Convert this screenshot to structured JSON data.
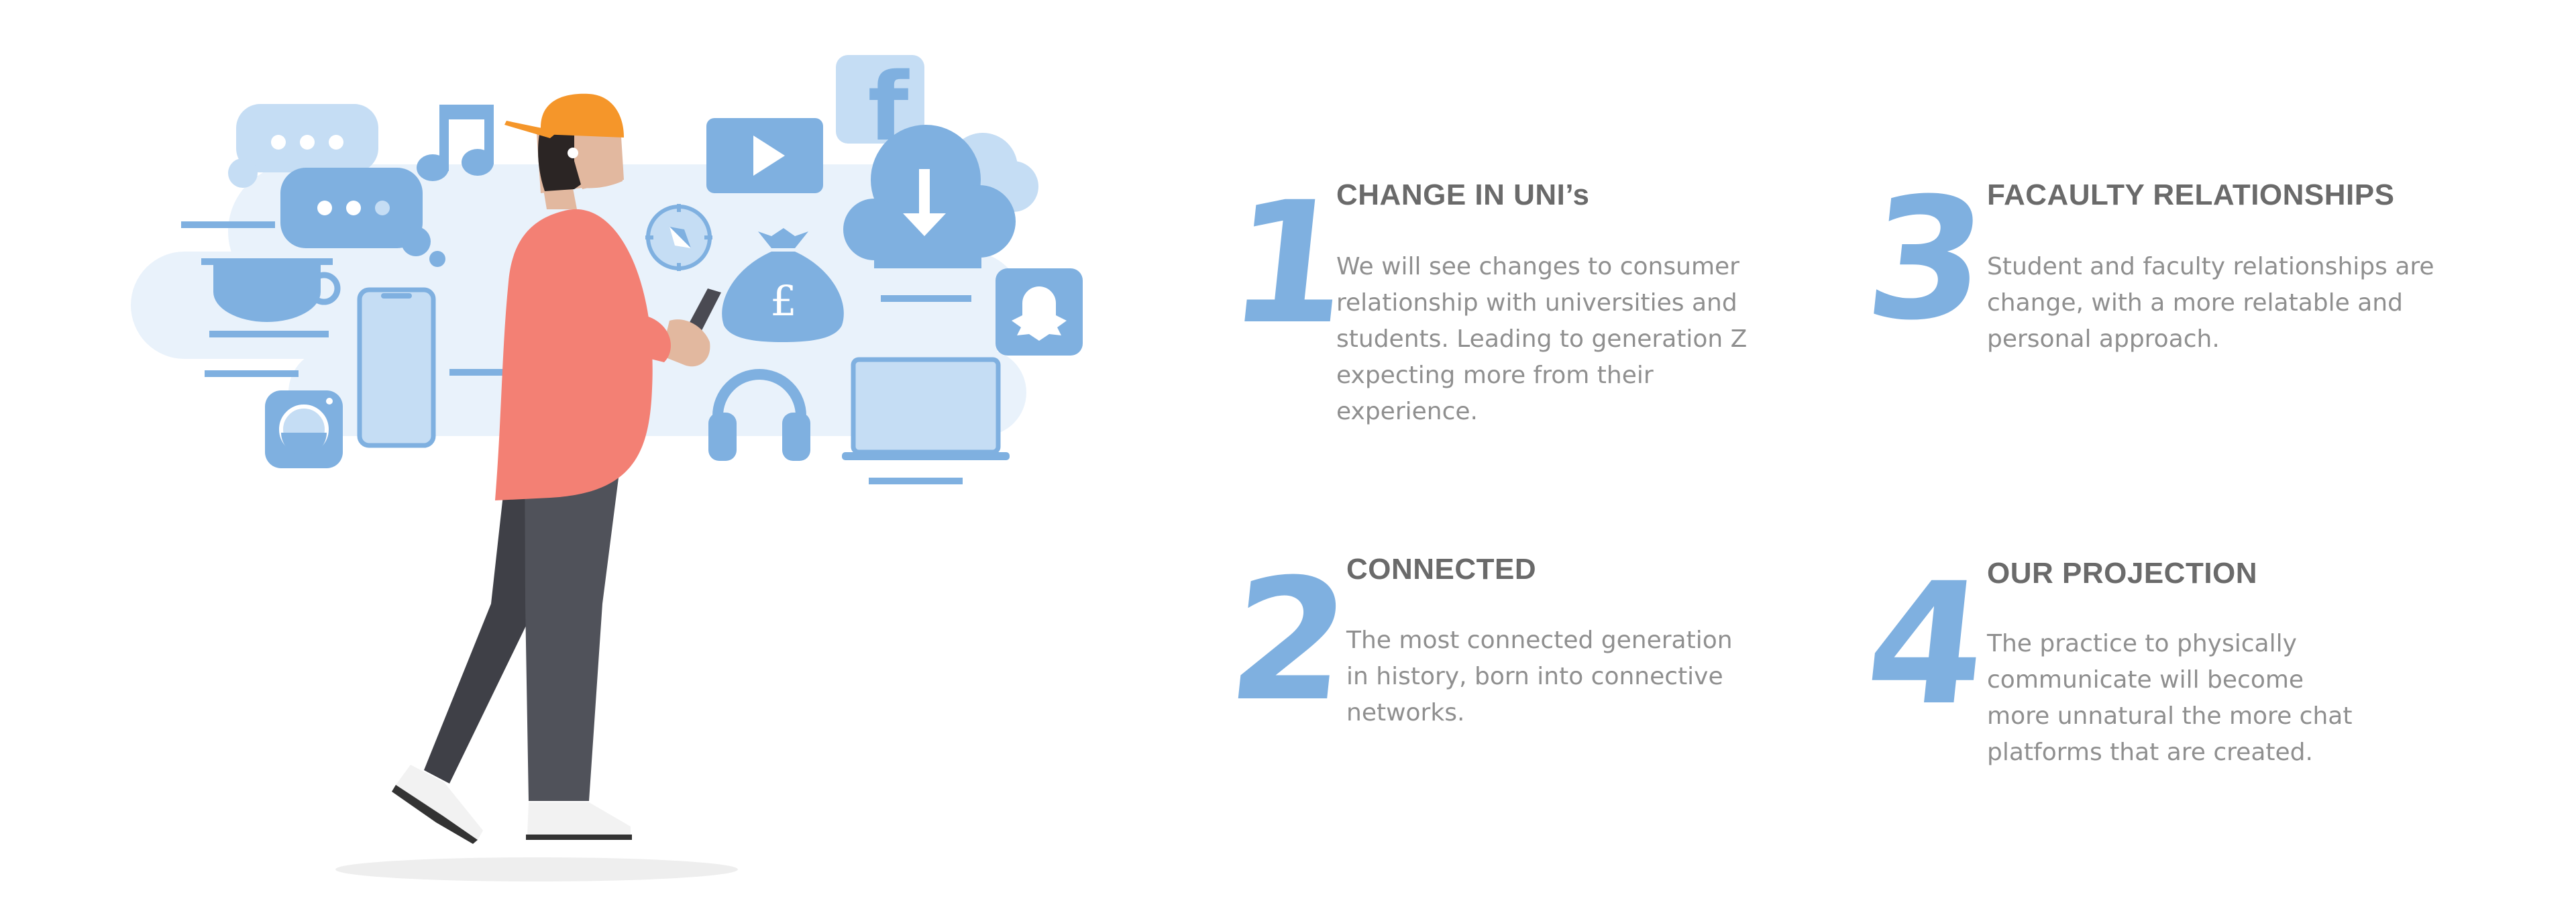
{
  "palette": {
    "accent_blue": "#7fb0e0",
    "light_blue": "#c5ddf4",
    "pale_blue": "#e9f2fb",
    "title_gray": "#6a6a6a",
    "body_gray": "#8f8f8f",
    "shirt": "#f38074",
    "cap": "#f5962a",
    "pants": "#4e5058"
  },
  "illustration": {
    "icons": [
      "chat-bubble-icon",
      "music-note-icon",
      "coffee-cup-icon",
      "smartphone-icon",
      "camera-app-icon",
      "compass-icon",
      "video-play-icon",
      "facebook-icon",
      "money-bag-icon",
      "cloud-download-icon",
      "headphones-icon",
      "laptop-icon",
      "snapchat-ghost-icon"
    ],
    "facebook_letter": "f",
    "currency_symbol": "£"
  },
  "points": [
    {
      "number": "1",
      "title": "CHANGE IN UNI’s",
      "lines": [
        "We will see changes to consumer",
        "relationship with universities and",
        "students. Leading to generation Z",
        "expecting more from their",
        "experience."
      ]
    },
    {
      "number": "2",
      "title": "CONNECTED",
      "lines": [
        "The most connected generation",
        "in history, born into connective",
        "networks."
      ]
    },
    {
      "number": "3",
      "title": "FACAULTY RELATIONSHIPS",
      "lines": [
        "Student and faculty relationships are",
        "change, with a more relatable and",
        "personal approach."
      ]
    },
    {
      "number": "4",
      "title": "OUR PROJECTION",
      "lines": [
        "The practice to physically",
        "communicate will become",
        "more unnatural the more chat",
        "platforms that are created."
      ]
    }
  ]
}
